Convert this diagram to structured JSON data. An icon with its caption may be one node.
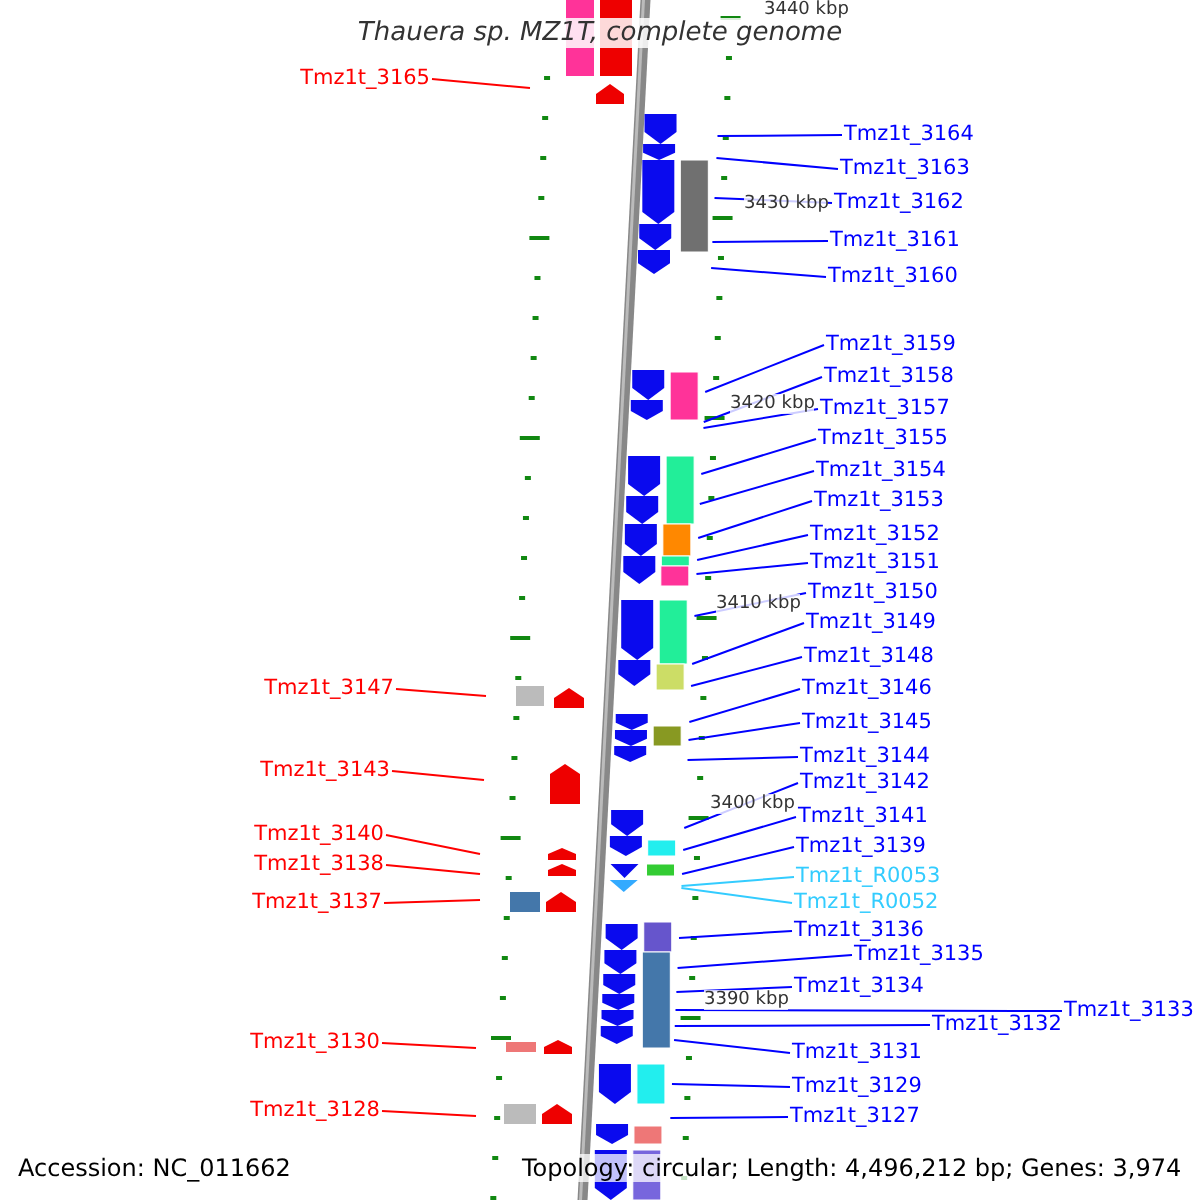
{
  "diagram": {
    "title": "Thauera sp. MZ1T, complete genome",
    "nodes": [
      {
        "text": [
          "Tmz1t_3165"
        ]
      },
      {
        "text": [
          "Tmz1t_3164"
        ]
      },
      {
        "text": [
          "Tmz1t_3163"
        ]
      },
      {
        "text": [
          "Tmz1t_3162"
        ]
      },
      {
        "text": [
          "Tmz1t_3161"
        ]
      },
      {
        "text": [
          "Tmz1t_3160"
        ]
      },
      {
        "text": [
          "Tmz1t_3159"
        ]
      },
      {
        "text": [
          "Tmz1t_3158"
        ]
      },
      {
        "text": [
          "Tmz1t_3157"
        ]
      },
      {
        "text": [
          "Tmz1t_3155"
        ]
      },
      {
        "text": [
          "Tmz1t_3154"
        ]
      },
      {
        "text": [
          "Tmz1t_3153"
        ]
      },
      {
        "text": [
          "Tmz1t_3152"
        ]
      },
      {
        "text": [
          "Tmz1t_3151"
        ]
      },
      {
        "text": [
          "Tmz1t_3150"
        ]
      },
      {
        "text": [
          "Tmz1t_3149"
        ]
      },
      {
        "text": [
          "Tmz1t_3148"
        ]
      },
      {
        "text": [
          "Tmz1t_3147"
        ]
      },
      {
        "text": [
          "Tmz1t_3146"
        ]
      },
      {
        "text": [
          "Tmz1t_3145"
        ]
      },
      {
        "text": [
          "Tmz1t_3144"
        ]
      },
      {
        "text": [
          "Tmz1t_3143"
        ]
      },
      {
        "text": [
          "Tmz1t_3142"
        ]
      },
      {
        "text": [
          "Tmz1t_3141"
        ]
      },
      {
        "text": [
          "Tmz1t_3140"
        ]
      },
      {
        "text": [
          "Tmz1t_3139"
        ]
      },
      {
        "text": [
          "Tmz1t_3138"
        ]
      },
      {
        "text": [
          "Tmz1t_R0053"
        ]
      },
      {
        "text": [
          "Tmz1t_3137"
        ]
      },
      {
        "text": [
          "Tmz1t_R0052"
        ]
      },
      {
        "text": [
          "Tmz1t_3136"
        ]
      },
      {
        "text": [
          "Tmz1t_3135"
        ]
      },
      {
        "text": [
          "Tmz1t_3134"
        ]
      },
      {
        "text": [
          "Tmz1t_3133"
        ]
      },
      {
        "text": [
          "Tmz1t_3132"
        ]
      },
      {
        "text": [
          "Tmz1t_3130"
        ]
      },
      {
        "text": [
          "Tmz1t_3131"
        ]
      },
      {
        "text": [
          "Tmz1t_3129"
        ]
      },
      {
        "text": [
          "Tmz1t_3128"
        ]
      },
      {
        "text": [
          "Tmz1t_3127"
        ]
      }
    ],
    "edges": [
      {
        "from": 0,
        "to": null,
        "arrow": "none",
        "color": "#ff0000"
      },
      {
        "from": 1,
        "to": null,
        "arrow": "none"
      },
      {
        "from": 2,
        "to": null,
        "arrow": "none"
      },
      {
        "from": 3,
        "to": null,
        "arrow": "none"
      },
      {
        "from": 4,
        "to": null,
        "arrow": "none"
      },
      {
        "from": 5,
        "to": null,
        "arrow": "none"
      },
      {
        "from": 6,
        "to": null,
        "arrow": "none"
      },
      {
        "from": 7,
        "to": null,
        "arrow": "none"
      },
      {
        "from": 8,
        "to": null,
        "arrow": "none"
      },
      {
        "from": 9,
        "to": null,
        "arrow": "none"
      },
      {
        "from": 10,
        "to": null,
        "arrow": "none"
      },
      {
        "from": 11,
        "to": null,
        "arrow": "none"
      },
      {
        "from": 12,
        "to": null,
        "arrow": "none"
      },
      {
        "from": 13,
        "to": null,
        "arrow": "none"
      },
      {
        "from": 14,
        "to": null,
        "arrow": "none"
      },
      {
        "from": 15,
        "to": null,
        "arrow": "none"
      },
      {
        "from": 16,
        "to": null,
        "arrow": "none"
      },
      {
        "from": 17,
        "to": null,
        "arrow": "none",
        "color": "#ff0000"
      },
      {
        "from": 18,
        "to": null,
        "arrow": "none"
      },
      {
        "from": 19,
        "to": null,
        "arrow": "none"
      },
      {
        "from": 20,
        "to": null,
        "arrow": "none"
      },
      {
        "from": 21,
        "to": null,
        "arrow": "none",
        "color": "#ff0000"
      },
      {
        "from": 22,
        "to": null,
        "arrow": "none"
      },
      {
        "from": 23,
        "to": null,
        "arrow": "none"
      },
      {
        "from": 24,
        "to": null,
        "arrow": "none",
        "color": "#ff0000"
      },
      {
        "from": 25,
        "to": null,
        "arrow": "none"
      },
      {
        "from": 26,
        "to": null,
        "arrow": "none",
        "color": "#ff0000"
      },
      {
        "from": 27,
        "to": null,
        "arrow": "none",
        "color": "#33ccff"
      },
      {
        "from": 28,
        "to": null,
        "arrow": "none",
        "color": "#ff0000"
      },
      {
        "from": 29,
        "to": null,
        "arrow": "none",
        "color": "#33ccff"
      },
      {
        "from": 30,
        "to": null,
        "arrow": "none"
      },
      {
        "from": 31,
        "to": null,
        "arrow": "none"
      },
      {
        "from": 32,
        "to": null,
        "arrow": "none"
      },
      {
        "from": 33,
        "to": null,
        "arrow": "none"
      },
      {
        "from": 34,
        "to": null,
        "arrow": "none"
      },
      {
        "from": 35,
        "to": null,
        "arrow": "none",
        "color": "#ff0000"
      },
      {
        "from": 36,
        "to": null,
        "arrow": "none"
      },
      {
        "from": 37,
        "to": null,
        "arrow": "none"
      },
      {
        "from": 38,
        "to": null,
        "arrow": "none",
        "color": "#ff0000"
      },
      {
        "from": 39,
        "to": null,
        "arrow": "none"
      }
    ],
    "labels": [
      "3440 kbp",
      "3430 kbp",
      "3420 kbp",
      "3410 kbp",
      "3400 kbp",
      "3390 kbp",
      "Accession: NC_011662",
      "Topology: circular; Length: 4,496,212 bp; Genes: 3,974"
    ]
  }
}
